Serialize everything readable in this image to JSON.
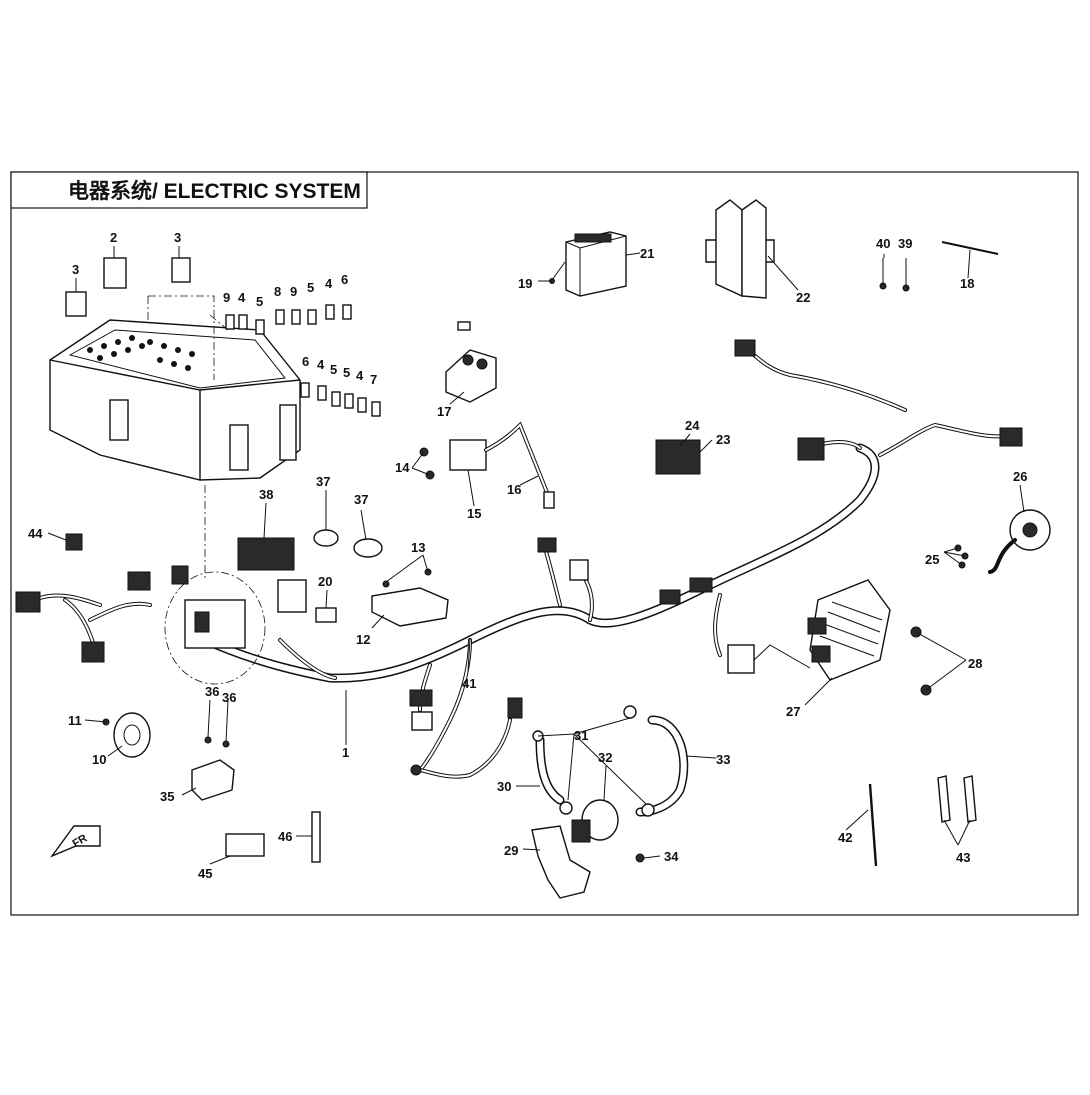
{
  "title": "电器系统/ ELECTRIC SYSTEM",
  "callouts": {
    "c1": "1",
    "c2": "2",
    "c3a": "3",
    "c3b": "3",
    "c4a": "4",
    "c4b": "4",
    "c4c": "4",
    "c4d": "4",
    "c5a": "5",
    "c5b": "5",
    "c5c": "5",
    "c6a": "6",
    "c6b": "6",
    "c7": "7",
    "c8": "8",
    "c9a": "9",
    "c9b": "9",
    "c10": "10",
    "c11": "11",
    "c12": "12",
    "c13": "13",
    "c14": "14",
    "c15": "15",
    "c16": "16",
    "c17": "17",
    "c18": "18",
    "c19": "19",
    "c20": "20",
    "c21": "21",
    "c22": "22",
    "c23": "23",
    "c24": "24",
    "c25": "25",
    "c26": "26",
    "c27": "27",
    "c28": "28",
    "c29": "29",
    "c30": "30",
    "c31": "31",
    "c32": "32",
    "c33": "33",
    "c34": "34",
    "c35": "35",
    "c36a": "36",
    "c36b": "36",
    "c37a": "37",
    "c37b": "37",
    "c38": "38",
    "c39": "39",
    "c40": "40",
    "c41": "41",
    "c42": "42",
    "c43": "43",
    "c44": "44",
    "c45": "45",
    "c46": "46"
  },
  "front_marker": "FR"
}
